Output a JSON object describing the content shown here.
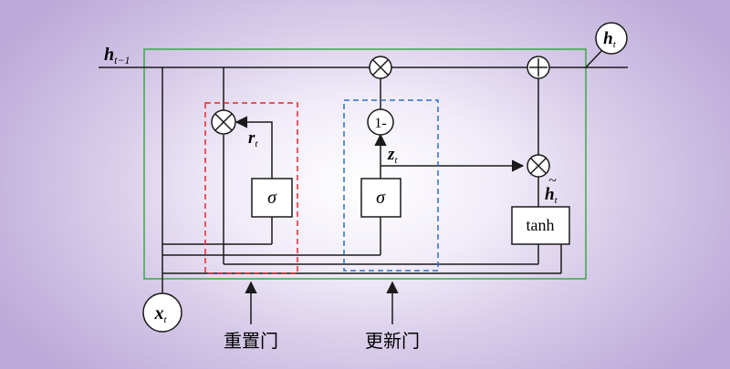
{
  "labels": {
    "h_prev_main": "h",
    "h_prev_sub": "t−1",
    "h_t_main": "h",
    "h_t_sub": "t",
    "x_t_main": "x",
    "x_t_sub": "t",
    "r_t_main": "r",
    "r_t_sub": "t",
    "z_t_main": "z",
    "z_t_sub": "t",
    "h_tilde_main": "h",
    "h_tilde_mark": "~",
    "h_tilde_sub": "t"
  },
  "blocks": {
    "sigma_reset": "σ",
    "sigma_update": "σ",
    "one_minus": "1-",
    "tanh": "tanh"
  },
  "gates": {
    "reset_gate": "重置门",
    "update_gate": "更新门"
  },
  "colors": {
    "outer_box": "#3aa845",
    "reset_box": "#e8262a",
    "update_box": "#2f6fc6",
    "wire": "#1a1a1a"
  }
}
